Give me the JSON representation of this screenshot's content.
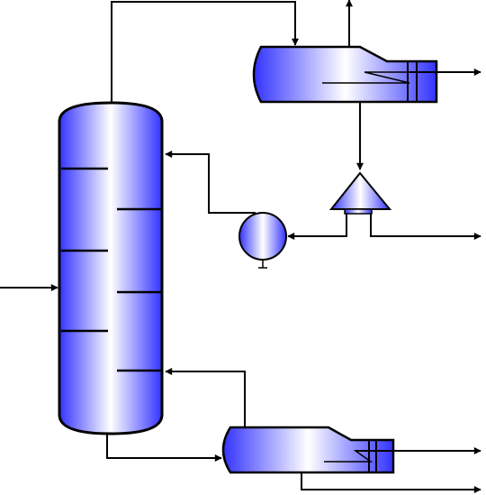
{
  "diagram": {
    "type": "process-flow-diagram",
    "labels": [],
    "equipment": [
      {
        "id": "distillation-column",
        "kind": "column",
        "trays": 6
      },
      {
        "id": "overhead-condenser",
        "kind": "shell-and-tube-heat-exchanger"
      },
      {
        "id": "reflux-drum",
        "kind": "conical-accumulator"
      },
      {
        "id": "reflux-pump",
        "kind": "centrifugal-pump"
      },
      {
        "id": "bottoms-reboiler",
        "kind": "shell-and-tube-heat-exchanger"
      }
    ],
    "streams": [
      {
        "id": "feed",
        "from": "outside",
        "to": "distillation-column"
      },
      {
        "id": "overhead-vapor",
        "from": "distillation-column",
        "to": "overhead-condenser"
      },
      {
        "id": "vent",
        "from": "overhead-condenser",
        "to": "outside"
      },
      {
        "id": "condenser-coolant",
        "from": "overhead-condenser",
        "to": "outside"
      },
      {
        "id": "condensate",
        "from": "overhead-condenser",
        "to": "reflux-drum"
      },
      {
        "id": "drum-outlet",
        "from": "reflux-drum",
        "to": "reflux-pump"
      },
      {
        "id": "distillate",
        "from": "reflux-drum",
        "to": "outside"
      },
      {
        "id": "reflux",
        "from": "reflux-pump",
        "to": "distillation-column"
      },
      {
        "id": "reboiler-feed",
        "from": "distillation-column",
        "to": "bottoms-reboiler"
      },
      {
        "id": "boilup",
        "from": "bottoms-reboiler",
        "to": "distillation-column"
      },
      {
        "id": "reboiler-heating-medium",
        "from": "bottoms-reboiler",
        "to": "outside"
      },
      {
        "id": "bottoms-product",
        "from": "bottoms-reboiler",
        "to": "outside"
      }
    ],
    "colors": {
      "vessel_edge": "#3333ff",
      "vessel_light": "#ffffff",
      "outline": "#000000",
      "line": "#000000"
    }
  }
}
